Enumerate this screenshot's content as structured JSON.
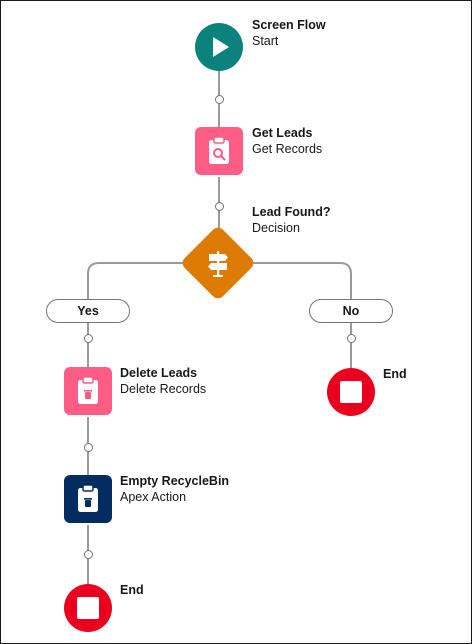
{
  "nodes": {
    "start": {
      "title": "Screen Flow",
      "subtitle": "Start",
      "color": "#0b827c",
      "icon": "play-icon"
    },
    "get_leads": {
      "title": "Get Leads",
      "subtitle": "Get Records",
      "color": "#ff5d86",
      "icon": "clipboard-search-icon"
    },
    "decision": {
      "title": "Lead Found?",
      "subtitle": "Decision",
      "color": "#dd7a01",
      "icon": "signpost-icon"
    },
    "delete_leads": {
      "title": "Delete Leads",
      "subtitle": "Delete Records",
      "color": "#ff5d86",
      "icon": "clipboard-trash-icon"
    },
    "empty_recyclebin": {
      "title": "Empty RecycleBin",
      "subtitle": "Apex Action",
      "color": "#032d60",
      "icon": "clipboard-trash-icon"
    },
    "end_left": {
      "title": "End",
      "color": "#ea001e",
      "icon": "stop-icon"
    },
    "end_right": {
      "title": "End",
      "color": "#ea001e",
      "icon": "stop-icon"
    }
  },
  "branches": {
    "yes": "Yes",
    "no": "No"
  }
}
